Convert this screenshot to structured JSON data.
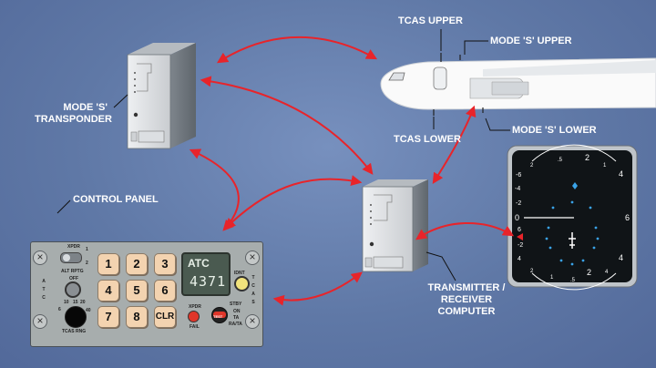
{
  "labels": {
    "tcas_upper": "TCAS UPPER",
    "mode_s_upper": "MODE 'S' UPPER",
    "mode_s_lower": "MODE 'S' LOWER",
    "tcas_lower": "TCAS LOWER",
    "mode_s_transponder_l1": "MODE 'S'",
    "mode_s_transponder_l2": "TRANSPONDER",
    "control_panel": "CONTROL PANEL",
    "trc_l1": "TRANSMITTER /",
    "trc_l2": "RECEIVER",
    "trc_l3": "COMPUTER"
  },
  "control_panel": {
    "xpdr": "XPDR",
    "alt_rptg": "ALT RPTG",
    "off": "OFF",
    "tcas_rng": "TCAS RNG",
    "range_values": [
      "6",
      "10",
      "15",
      "20",
      "40"
    ],
    "knob_nums": [
      "1",
      "2"
    ],
    "atc_left": [
      "A",
      "T",
      "C"
    ],
    "tcas_right": [
      "T",
      "C",
      "A",
      "S"
    ],
    "keys": [
      "1",
      "2",
      "3",
      "4",
      "5",
      "6",
      "7",
      "8",
      "CLR"
    ],
    "atc_title": "ATC",
    "atc_code": "4371",
    "ident": "IDNT",
    "xpdr_fail_l1": "XPDR",
    "xpdr_fail_l2": "FAIL",
    "test": "TEST",
    "stby": "STBY",
    "on": "ON",
    "ta": "TA",
    "ra_ta": "RA/TA"
  },
  "tcas_display": {
    "scale_labels": [
      "2",
      "4",
      "6",
      "-2",
      "0",
      "-4",
      "-6",
      "2",
      "4",
      ".5",
      "1",
      "2",
      "6",
      "-2",
      "4",
      "2",
      "1",
      ".5",
      "4"
    ]
  },
  "colors": {
    "arrow": "#e8242a",
    "background": "#6b84b2"
  }
}
